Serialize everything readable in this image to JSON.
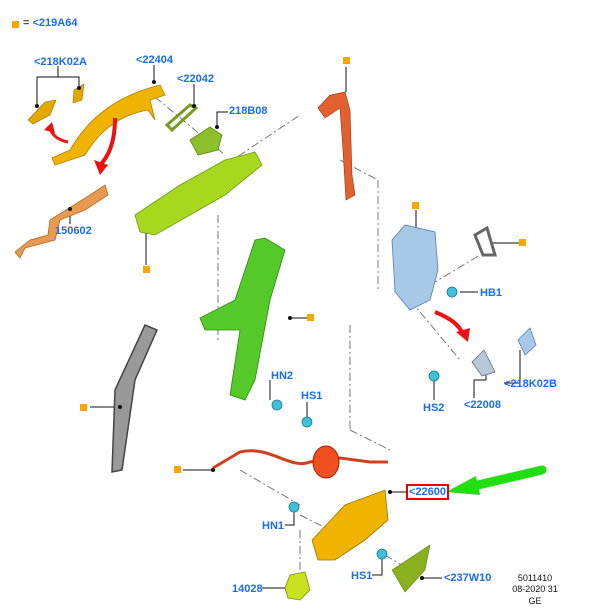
{
  "legend": {
    "equals": "=",
    "label": "<219A64",
    "color": "#f7a800"
  },
  "labels": {
    "l218K02A": "<218K02A",
    "l22404": "<22404",
    "l22042": "<22042",
    "l218B08": "218B08",
    "l150602": "150602",
    "lHB1": "HB1",
    "l218K02B": "<218K02B",
    "lHS2": "HS2",
    "l22008": "<22008",
    "lHN2": "HN2",
    "lHS1a": "HS1",
    "l22600": "<22600",
    "lHN1": "HN1",
    "lHS1b": "HS1",
    "l237W10": "<237W10",
    "l14028": "14028"
  },
  "reference": {
    "number": "5011410",
    "date": "08-2020 31",
    "region": "GE"
  },
  "colors": {
    "label": "#1a6cf0",
    "highlight": "#e00000",
    "arrow_green": "#22dd11",
    "arrow_red": "#ee1111"
  }
}
